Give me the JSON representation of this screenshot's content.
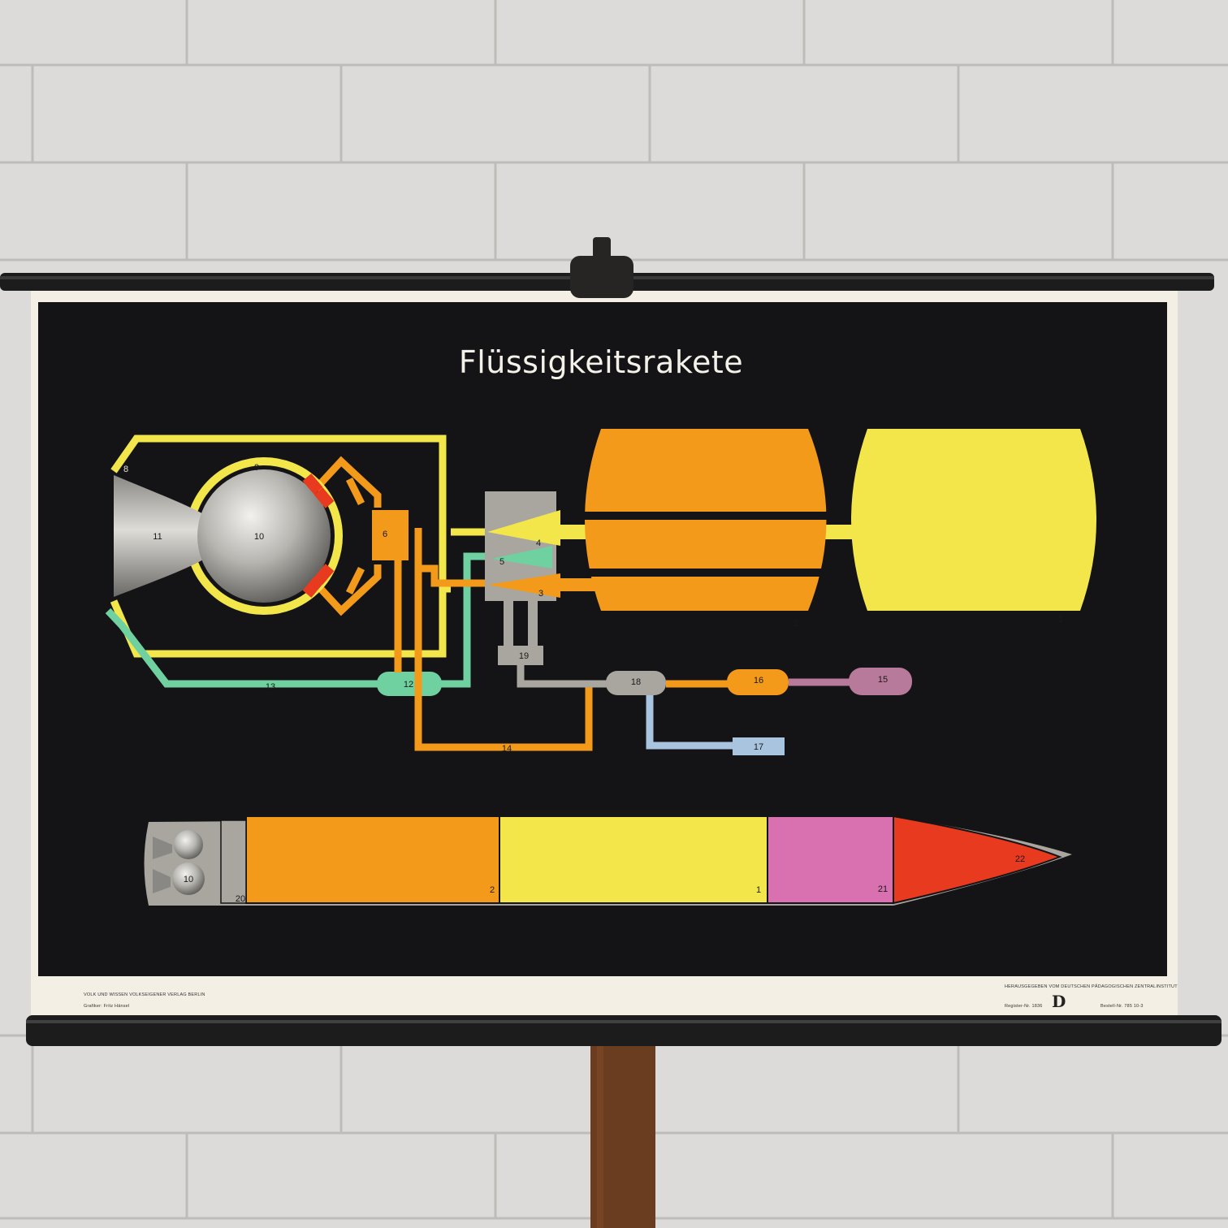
{
  "poster": {
    "title": "Flüssigkeitsrakete",
    "labels": [
      "1",
      "2",
      "3",
      "4",
      "5",
      "6",
      "8",
      "9",
      "10",
      "11",
      "12",
      "13",
      "14",
      "15",
      "16",
      "17",
      "18",
      "19",
      "20",
      "21",
      "22"
    ],
    "footer_left_1": "VOLK UND WISSEN VOLKSEIGENER VERLAG BERLIN",
    "footer_left_2": "Grafiker: Fritz Hänsel",
    "footer_right_1": "HERAUSGEGEBEN VOM DEUTSCHEN PÄDAGOGISCHEN ZENTRALINSTITUT",
    "footer_right_2": "Register-Nr. 1836",
    "footer_right_3": "Bestell-Nr. 785 10-3",
    "logo": "D"
  },
  "colors": {
    "wall": "#d9d8d6",
    "poster_bg": "#141316",
    "yellow": "#f2e64a",
    "orange": "#f39a1a",
    "green": "#6fd0a0",
    "gray": "#a9a6a0",
    "pink": "#d970b0",
    "red": "#e83a1e",
    "mauve": "#b77a9a",
    "light_blue": "#a9c4df",
    "wood": "#6b3d20"
  }
}
